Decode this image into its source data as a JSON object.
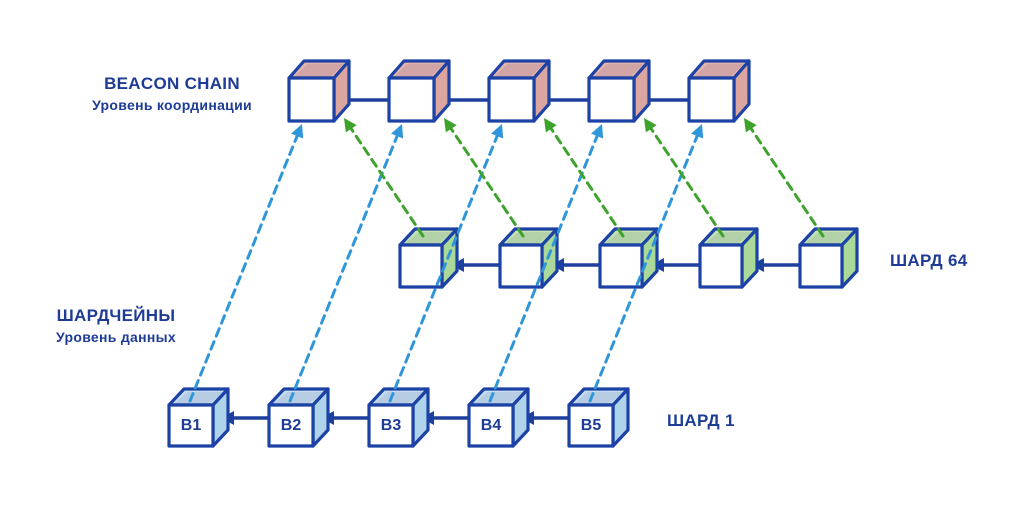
{
  "beacon_label": {
    "title": "BEACON CHAIN",
    "subtitle": "Уровень координации"
  },
  "shardchains_label": {
    "title": "ШАРДЧЕЙНЫ",
    "subtitle": "Уровень данных"
  },
  "rows": {
    "beacon": {
      "name": "beacon-chain",
      "block_count": 5
    },
    "shard64": {
      "name": "shard-64-chain",
      "block_count": 5,
      "label": "ШАРД 64"
    },
    "shard1": {
      "name": "shard-1-chain",
      "block_count": 5,
      "blocks": [
        "B1",
        "B2",
        "B3",
        "B4",
        "B5"
      ],
      "label": "ШАРД 1"
    }
  },
  "connectors": {
    "shard1_to_beacon_count": 5,
    "shard64_to_beacon_count": 5
  },
  "colors": {
    "outline_navy": "#1c42a5",
    "text_navy": "#1e3c96",
    "chain_arrow_navy": "#1d3f9e",
    "cube_face_white": "#ffffff",
    "beacon_top_pink": "#e6b4ae",
    "beacon_side_pink": "#dba69f",
    "shard64_top_green": "#c5e5b3",
    "shard64_side_green": "#abd99a",
    "shard1_top_blue": "#c7dff3",
    "shard1_side_blue": "#b0d3ec",
    "attestation_dash_blue": "#2e96d9",
    "crosslink_dash_green": "#3ea32d",
    "background": "#ffffff"
  }
}
